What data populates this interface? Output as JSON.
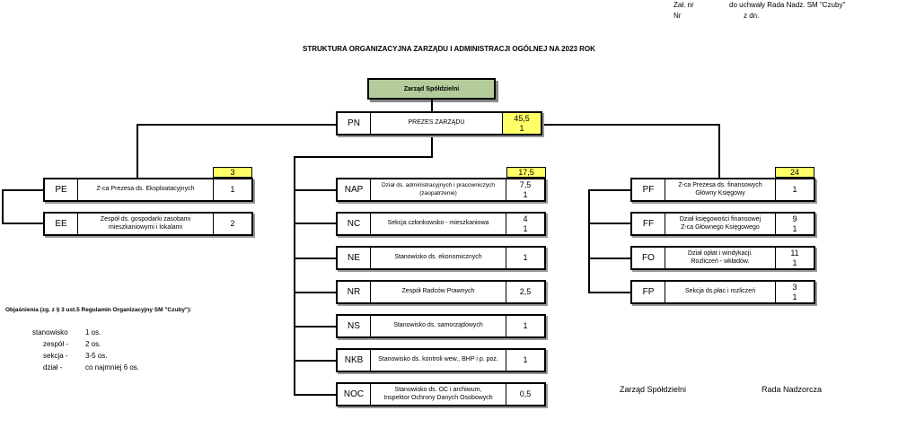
{
  "header": {
    "zal_label": "Zał. nr",
    "zal_suffix": "do uchwały Rada Nadz. SM \"Czuby\"",
    "nr_label": "Nr",
    "nr_suffix": "z dn."
  },
  "title": "STRUKTURA ORGANIZACYJNA ZARZĄDU I ADMINISTRACJI OGÓLNEJ NA 2023 ROK",
  "board_box": "Zarząd Spółdzielni",
  "president": {
    "code": "PN",
    "name": "PREZES ZARZĄDU",
    "total": "45,5",
    "count": "1"
  },
  "left_branch": {
    "total": "3",
    "units": [
      {
        "code": "PE",
        "name": "Z-ca Prezesa ds. Eksploatacyjnych",
        "n1": "1",
        "n2": ""
      },
      {
        "code": "EE",
        "name": "Zespół ds. gospodarki zasobami\nmieszkaniowymi i lokalami",
        "n1": "2",
        "n2": ""
      }
    ]
  },
  "middle_branch": {
    "total": "17,5",
    "units": [
      {
        "code": "NAP",
        "name": "Dział ds. administracyjnych i pracowniczych\n(zaopatrzenie)",
        "n1": "7,5",
        "n2": "1"
      },
      {
        "code": "NC",
        "name": "Sekcja członkowsko - mieszkaniowa",
        "n1": "4",
        "n2": "1"
      },
      {
        "code": "NE",
        "name": "Stanowisko ds. ekonomicznych",
        "n1": "1",
        "n2": ""
      },
      {
        "code": "NR",
        "name": "Zespół Radców Prawnych",
        "n1": "2,5",
        "n2": ""
      },
      {
        "code": "NS",
        "name": "Stanowisko ds. samorządowych",
        "n1": "1",
        "n2": ""
      },
      {
        "code": "NKB",
        "name": "Stanowisko ds. kontroli wew., BHP i p. poż.",
        "n1": "1",
        "n2": ""
      },
      {
        "code": "NOC",
        "name": "Stanowisko ds. OC i archiwum,\nInspektor Ochrony Danych Osobowych",
        "n1": "0,5",
        "n2": ""
      }
    ]
  },
  "right_branch": {
    "total": "24",
    "units": [
      {
        "code": "PF",
        "name": "Z-ca Prezesa ds. finansowych\nGłówny Księgowy",
        "n1": "1",
        "n2": ""
      },
      {
        "code": "FF",
        "name": "Dział księgowości finansowej\nZ-ca Głównego Księgowego",
        "n1": "9",
        "n2": "1"
      },
      {
        "code": "FO",
        "name": "Dział opłat i windykacji.\nRozliczeń - wkładów.",
        "n1": "11",
        "n2": "1"
      },
      {
        "code": "FP",
        "name": "Sekcja ds.płac i rozliczeń",
        "n1": "3",
        "n2": "1"
      }
    ]
  },
  "legend": {
    "title": "Objaśnienia (zg. z § 3 ust.5 Regulamin Organizacyjny SM \"Czuby\"):",
    "items": [
      {
        "term": "stanowisko",
        "value": "1 os."
      },
      {
        "term": "zespół -",
        "value": "2 os."
      },
      {
        "term": "sekcja -",
        "value": "3-5 os."
      },
      {
        "term": "dział -",
        "value": "co najmniej 6 os."
      }
    ]
  },
  "signatures": {
    "board": "Zarząd Spółdzielni",
    "council": "Rada Nadzorcza"
  }
}
